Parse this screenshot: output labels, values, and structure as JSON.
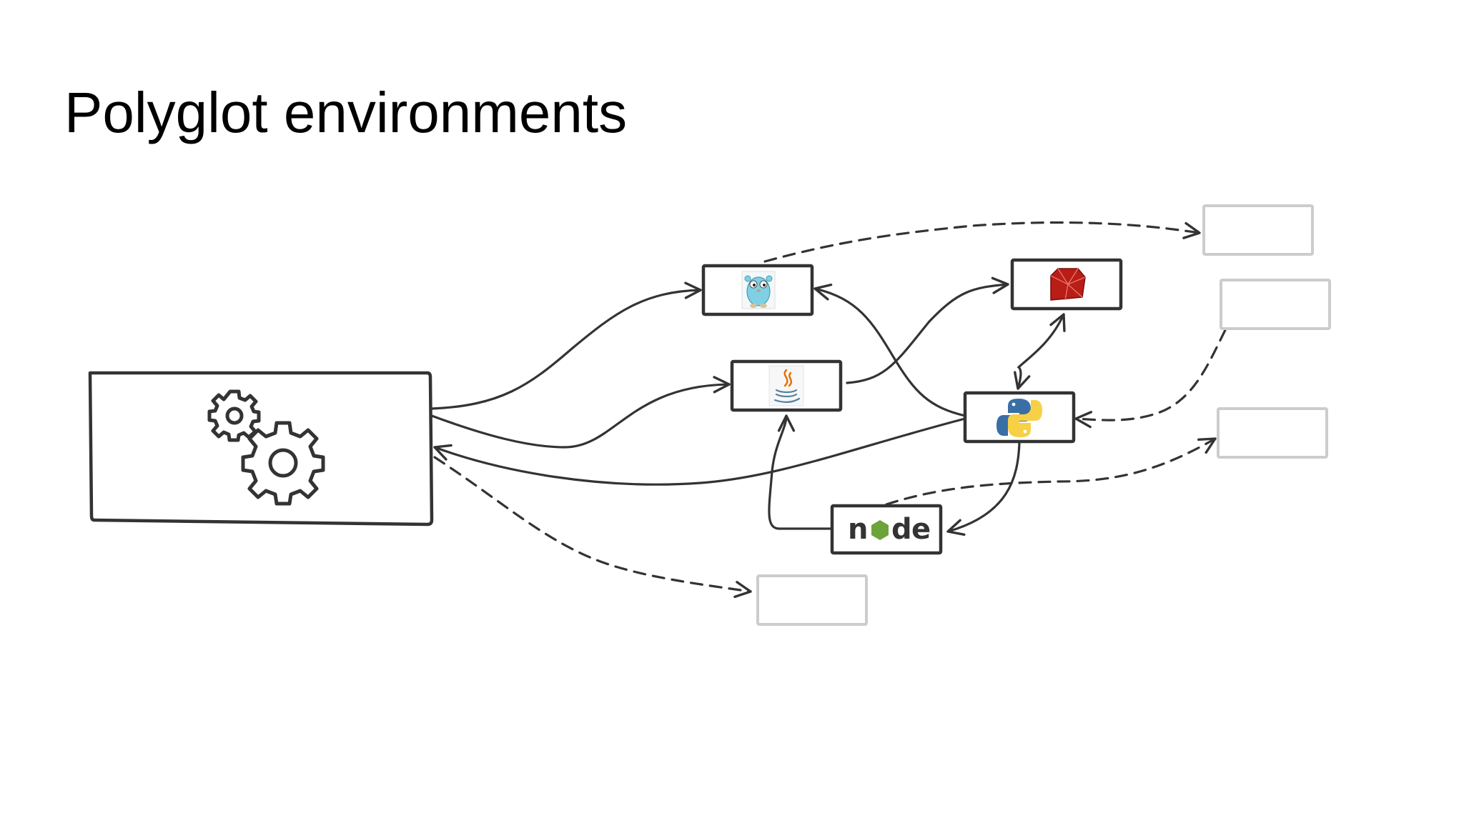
{
  "slide": {
    "title": "Polyglot environments"
  },
  "diagram": {
    "nodes": [
      {
        "id": "orchestrator",
        "icon": "gears-icon"
      },
      {
        "id": "go",
        "icon": "go-gopher-icon"
      },
      {
        "id": "java",
        "icon": "java-icon"
      },
      {
        "id": "ruby",
        "icon": "ruby-icon"
      },
      {
        "id": "python",
        "icon": "python-icon"
      },
      {
        "id": "node",
        "icon": "nodejs-icon",
        "label_parts": [
          "n",
          "d",
          "e"
        ]
      },
      {
        "id": "placeholder-1",
        "icon": ""
      },
      {
        "id": "placeholder-2",
        "icon": ""
      },
      {
        "id": "placeholder-3",
        "icon": ""
      },
      {
        "id": "placeholder-4",
        "icon": ""
      }
    ],
    "edges": [
      {
        "from": "orchestrator",
        "to": "go",
        "style": "solid"
      },
      {
        "from": "orchestrator",
        "to": "java",
        "style": "solid"
      },
      {
        "from": "python",
        "to": "orchestrator",
        "style": "solid"
      },
      {
        "from": "orchestrator",
        "to": "placeholder-4",
        "style": "dashed"
      },
      {
        "from": "python",
        "to": "go",
        "style": "solid"
      },
      {
        "from": "java",
        "to": "ruby",
        "style": "solid"
      },
      {
        "from": "ruby",
        "to": "python",
        "style": "solid",
        "bidirectional": true
      },
      {
        "from": "node",
        "to": "java",
        "style": "solid"
      },
      {
        "from": "python",
        "to": "node",
        "style": "solid"
      },
      {
        "from": "go",
        "to": "placeholder-1",
        "style": "dashed"
      },
      {
        "from": "placeholder-2",
        "to": "python",
        "style": "dashed"
      },
      {
        "from": "node",
        "to": "placeholder-3",
        "style": "dashed"
      }
    ],
    "colors": {
      "stroke": "#333333",
      "placeholder": "#cccccc",
      "go": "#7fd0e4",
      "java_cup": "#5382a1",
      "java_flame": "#e76f00",
      "ruby": "#b81d16",
      "python_blue": "#3a6fa5",
      "python_yellow": "#f7d046",
      "node_green": "#6ba539"
    }
  }
}
